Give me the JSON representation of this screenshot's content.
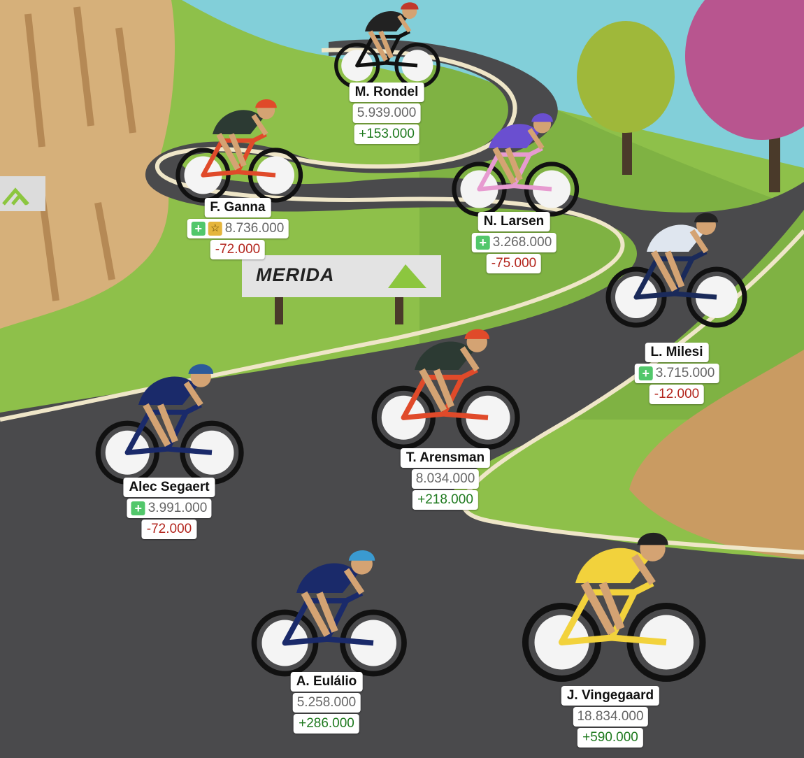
{
  "sponsor": {
    "brand": "MERIDA",
    "logo_icon": "merida-chevron-icon",
    "accent": "#8cc63f"
  },
  "riders": [
    {
      "name": "M. Rondel",
      "value": "5.939.000",
      "delta": "+153.000",
      "delta_type": "pos",
      "plus": false,
      "star": false,
      "kit": "#222",
      "helmet": "#c0392b",
      "bike": "#111",
      "skin": "#d4a373"
    },
    {
      "name": "F. Ganna",
      "value": "8.736.000",
      "delta": "-72.000",
      "delta_type": "neg",
      "plus": true,
      "star": true,
      "kit": "#2c3a33",
      "helmet": "#e04a2a",
      "bike": "#e04a2a",
      "skin": "#d4a373"
    },
    {
      "name": "N. Larsen",
      "value": "3.268.000",
      "delta": "-75.000",
      "delta_type": "neg",
      "plus": true,
      "star": false,
      "kit": "#6a4fd0",
      "helmet": "#6a4fd0",
      "bike": "#e79bd0",
      "skin": "#d4a373"
    },
    {
      "name": "L. Milesi",
      "value": "3.715.000",
      "delta": "-12.000",
      "delta_type": "neg",
      "plus": true,
      "star": false,
      "kit": "#dfe6ef",
      "helmet": "#222",
      "bike": "#1a2a5a",
      "skin": "#d4a373"
    },
    {
      "name": "T. Arensman",
      "value": "8.034.000",
      "delta": "+218.000",
      "delta_type": "pos",
      "plus": false,
      "star": false,
      "kit": "#2c3a33",
      "helmet": "#e04a2a",
      "bike": "#e04a2a",
      "skin": "#d4a373"
    },
    {
      "name": "Alec Segaert",
      "value": "3.991.000",
      "delta": "-72.000",
      "delta_type": "neg",
      "plus": true,
      "star": false,
      "kit": "#1a2a6a",
      "helmet": "#2c5a9a",
      "bike": "#1a2a6a",
      "skin": "#d4a373"
    },
    {
      "name": "A. Eulálio",
      "value": "5.258.000",
      "delta": "+286.000",
      "delta_type": "pos",
      "plus": false,
      "star": false,
      "kit": "#1a2a6a",
      "helmet": "#3a9ad0",
      "bike": "#1a2a6a",
      "skin": "#d4a373"
    },
    {
      "name": "J. Vingegaard",
      "value": "18.834.000",
      "delta": "+590.000",
      "delta_type": "pos",
      "plus": false,
      "star": false,
      "kit": "#f2d23c",
      "helmet": "#222",
      "bike": "#f2d23c",
      "skin": "#d4a373"
    }
  ]
}
